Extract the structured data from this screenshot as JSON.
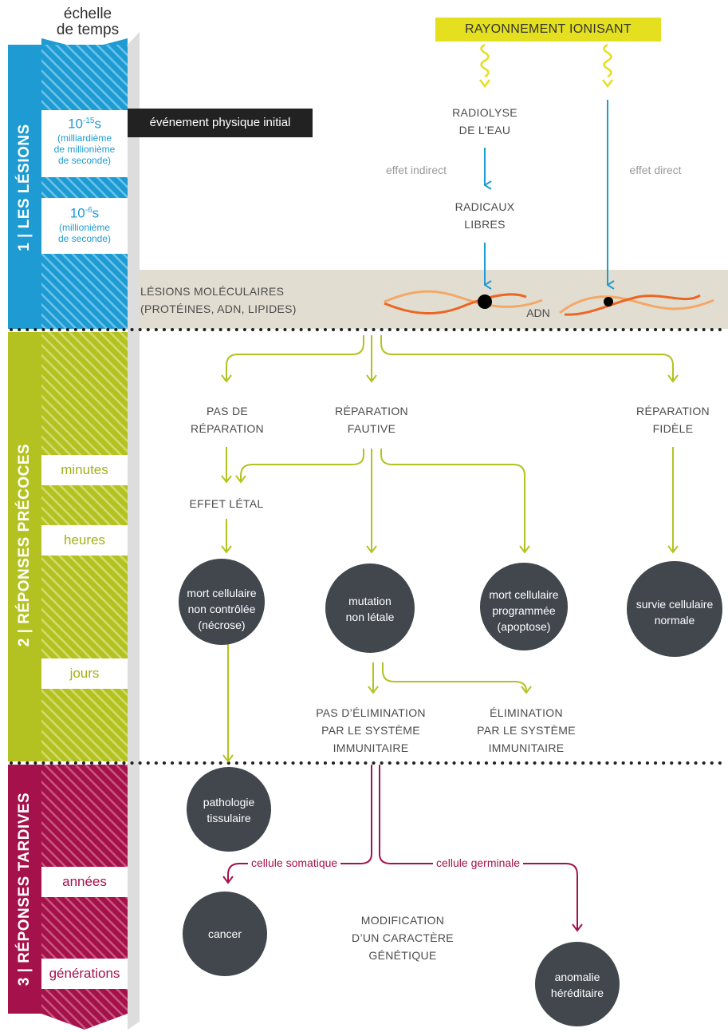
{
  "scale": {
    "title_line1": "échelle",
    "title_line2": "de temps",
    "t1_exp": "10",
    "t1_sup": "-15",
    "t1_unit": "s",
    "t1_desc_1": "(milliardième",
    "t1_desc_2": "de millionième",
    "t1_desc_3": "de seconde)",
    "t2_exp": "10",
    "t2_sup": "-6",
    "t2_unit": "s",
    "t2_desc_1": "(millionième",
    "t2_desc_2": "de seconde)",
    "minutes": "minutes",
    "heures": "heures",
    "jours": "jours",
    "annees": "années",
    "generations": "générations"
  },
  "phases": {
    "p1": "1 |  LES LÉSIONS",
    "p2": "2 |  RÉPONSES PRÉCOCES",
    "p3": "3 |  RÉPONSES TARDIVES"
  },
  "top": {
    "rayonnement": "RAYONNEMENT IONISANT",
    "evenement": "événement physique initial",
    "radiolyse_1": "RADIOLYSE",
    "radiolyse_2": "DE L’EAU",
    "effet_indirect": "effet indirect",
    "effet_direct": "effet direct",
    "radicaux_1": "RADICAUX",
    "radicaux_2": "LIBRES",
    "lesions_1": "LÉSIONS MOLÉCULAIRES",
    "lesions_2": "(PROTÉINES, ADN, LIPIDES)",
    "adn": "ADN"
  },
  "early": {
    "pas_rep_1": "PAS DE",
    "pas_rep_2": "RÉPARATION",
    "rep_fautive_1": "RÉPARATION",
    "rep_fautive_2": "FAUTIVE",
    "rep_fidele_1": "RÉPARATION",
    "rep_fidele_2": "FIDÈLE",
    "effet_letal": "EFFET LÉTAL",
    "c_necrose_1": "mort cellulaire",
    "c_necrose_2": "non contrôlée",
    "c_necrose_3": "(nécrose)",
    "c_mutation_1": "mutation",
    "c_mutation_2": "non létale",
    "c_apoptose_1": "mort cellulaire",
    "c_apoptose_2": "programmée",
    "c_apoptose_3": "(apoptose)",
    "c_survie_1": "survie cellulaire",
    "c_survie_2": "normale",
    "pas_elim_1": "PAS D’ÉLIMINATION",
    "pas_elim_2": "PAR LE SYSTÈME",
    "pas_elim_3": "IMMUNITAIRE",
    "elim_1": "ÉLIMINATION",
    "elim_2": "PAR LE SYSTÈME",
    "elim_3": "IMMUNITAIRE"
  },
  "late": {
    "c_patho_1": "pathologie",
    "c_patho_2": "tissulaire",
    "somatique": "cellule somatique",
    "germinale": "cellule germinale",
    "c_cancer": "cancer",
    "modif_1": "MODIFICATION",
    "modif_2": "D’UN CARACTÈRE",
    "modif_3": "GÉNÉTIQUE",
    "c_anomalie_1": "anomalie",
    "c_anomalie_2": "héréditaire"
  },
  "colors": {
    "blue": "#1d9bd2",
    "green": "#b3c221",
    "red": "#a5114a",
    "yellow": "#e4df1f",
    "dark_circle": "#41474d",
    "beige": "#e2ddd1",
    "orange": "#ec6623"
  }
}
